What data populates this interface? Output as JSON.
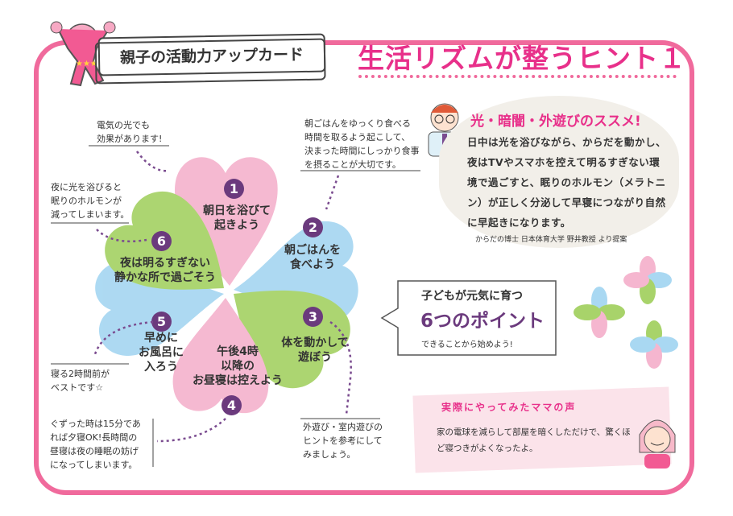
{
  "header": {
    "card_label": "親子の活動力アップカード",
    "main_title": "生活リズムが整うヒント１"
  },
  "clover": {
    "petals": [
      {
        "num": "1",
        "label": "朝日を浴びて\n起きよう"
      },
      {
        "num": "2",
        "label": "朝ごはんを\n食べよう"
      },
      {
        "num": "3",
        "label": "体を動かして\n遊ぼう"
      },
      {
        "num": "4",
        "label": "午後4時\n以降の\nお昼寝は控えよう"
      },
      {
        "num": "5",
        "label": "早めに\nお風呂に\n入ろう"
      },
      {
        "num": "6",
        "label": "夜は明るすぎない\n静かな所で過ごそう"
      }
    ]
  },
  "notes": {
    "n1": "電気の光でも\n効果があります!",
    "n2": "朝ごはんをゆっくり食べる\n時間を取るよう起こして、\n決まった時間にしっかり食事\nを摂ることが大切です。",
    "n3": "外遊び・室内遊びの\nヒントを参考にして\nみましょう。",
    "n4": "ぐずった時は15分であ\nれば夕寝OK!長時間の\n昼寝は夜の睡眠の妨げ\nになってしまいます。",
    "n5": "寝る2時間前が\nベストです☆",
    "n6": "夜に光を浴びると\n眠りのホルモンが\n減ってしまいます。"
  },
  "tip": {
    "title": "光・暗闇・外遊びのススメ!",
    "text": "日中は光を浴びながら、からだを動かし、夜はTVやスマホを控えて明るすぎない環境で過ごすと、眠りのホルモン（メラトニン）が正しく分泌して早寝につながり自然に早起きになります。",
    "credit": "からだの博士 日本体育大学 野井教授 より提案"
  },
  "points": {
    "line1": "子どもが元気に育つ",
    "line2": "6つのポイント",
    "line3": "できることから始めよう!"
  },
  "voice": {
    "title": "実際にやってみたママの声",
    "text": "家の電球を減らして部屋を暗くしただけで、驚くほど寝つきがよくなったよ。"
  },
  "colors": {
    "pink_frame": "#f06a9c",
    "title_pink": "#e8308a",
    "purple": "#6b3a7d",
    "petal_pink": "#f5b6cf",
    "petal_blue": "#a9d8f2",
    "petal_green": "#a8d36a"
  }
}
